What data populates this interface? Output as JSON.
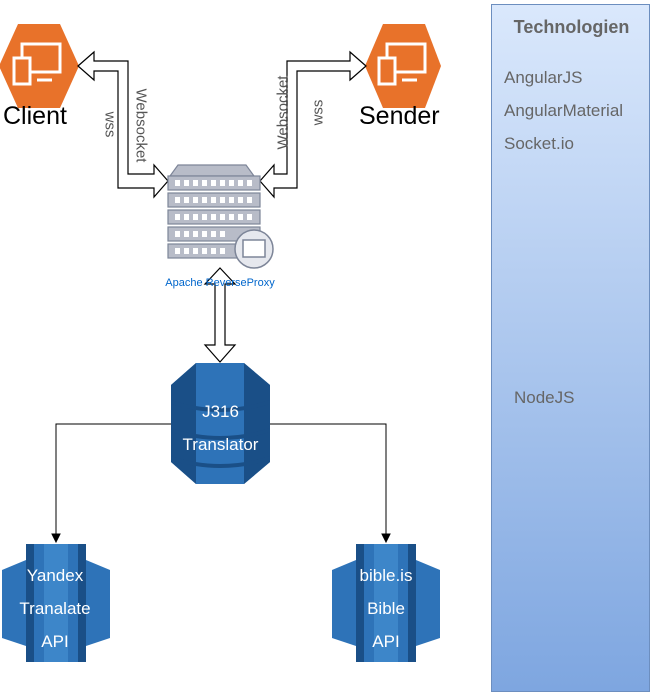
{
  "nodes": {
    "client": {
      "label": "Client"
    },
    "sender": {
      "label": "Sender"
    },
    "proxy": {
      "label": "Apache ReverseProxy"
    },
    "translator": {
      "line1": "J316",
      "line2": "Translator"
    },
    "yandex": {
      "line1": "Yandex",
      "line2": "Tranalate",
      "line3": "API"
    },
    "bible": {
      "line1": "bible.is",
      "line2": "Bible",
      "line3": "API"
    }
  },
  "edges": {
    "client_proxy": {
      "protocol": "wss",
      "transport": "Websocket"
    },
    "sender_proxy": {
      "protocol": "wss",
      "transport": "Websocket"
    }
  },
  "technologies": {
    "title": "Technologien",
    "frontend": [
      "AngularJS",
      "AngularMaterial",
      "Socket.io"
    ],
    "backend": "NodeJS"
  },
  "colors": {
    "orange": "#e8722a",
    "db_blue": "#2e73b8",
    "db_dark": "#1a4f87",
    "panel_top": "#dae8fc",
    "panel_bottom": "#7ea6e0"
  }
}
